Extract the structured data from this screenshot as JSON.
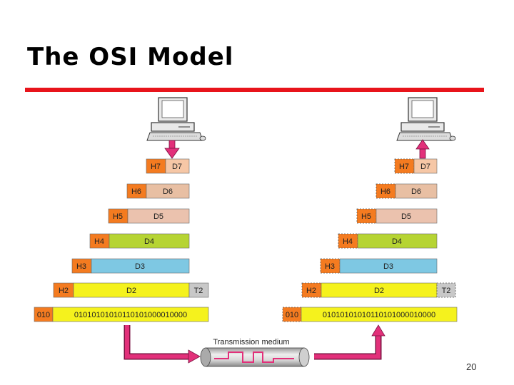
{
  "slide": {
    "title": "The OSI Model",
    "page_number": "20"
  },
  "layers": [
    {
      "header": "H7",
      "data": "D7"
    },
    {
      "header": "H6",
      "data": "D6"
    },
    {
      "header": "H5",
      "data": "D5"
    },
    {
      "header": "H4",
      "data": "D4"
    },
    {
      "header": "H3",
      "data": "D3"
    },
    {
      "header": "H2",
      "data": "D2",
      "trailer": "T2"
    }
  ],
  "physical": {
    "prefix": "010",
    "bits": "01010101010110101000010000"
  },
  "medium_label": "Transmission medium",
  "colors": {
    "title_rule": "#e8141b",
    "header_fill": "#f47b20",
    "arrow": "#e2307a",
    "data_fills": [
      "#f6c7a6",
      "#e8bfa3",
      "#ebc2ae",
      "#b6d433",
      "#7ec8e3",
      "#f5f21d"
    ],
    "trailer_fill": "#c8c8c8",
    "physical_fill": "#f5f21d"
  }
}
